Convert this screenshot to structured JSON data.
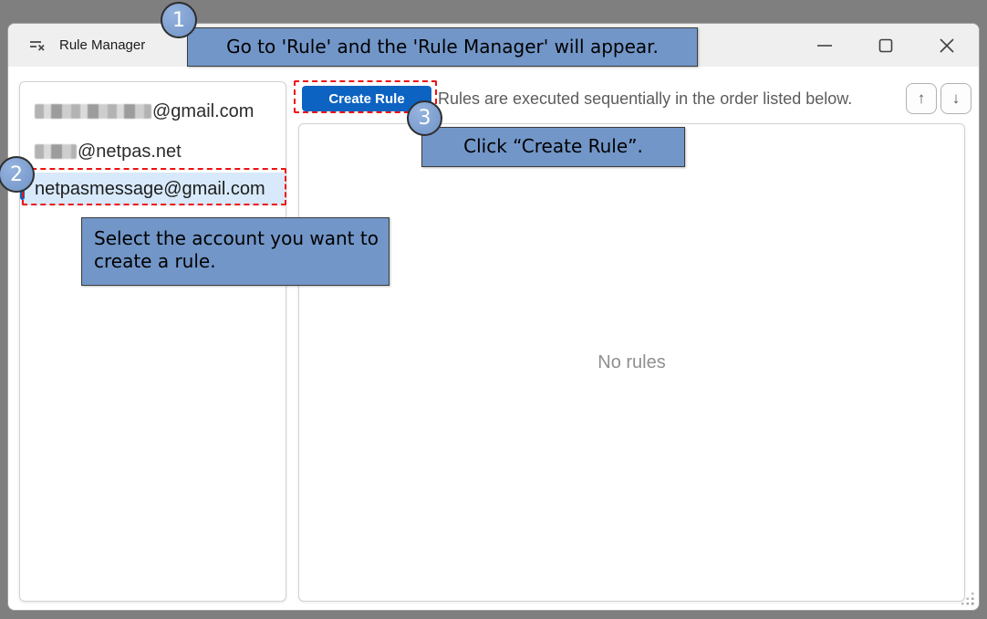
{
  "window": {
    "title": "Rule Manager",
    "icon": "rules-filter-icon",
    "controls": {
      "minimize": "minimize",
      "maximize": "maximize",
      "close": "close"
    }
  },
  "accounts": {
    "items": [
      {
        "label": "@gmail.com",
        "prefix_redacted": true,
        "selected": false
      },
      {
        "label": "@netpas.net",
        "prefix_redacted": true,
        "selected": false
      },
      {
        "label": "netpasmessage@gmail.com",
        "prefix_redacted": false,
        "selected": true
      }
    ]
  },
  "toolbar": {
    "create_rule_label": "Create Rule",
    "info_text": "Rules are executed sequentially in the order listed below.",
    "move_up_glyph": "↑",
    "move_down_glyph": "↓"
  },
  "rules_panel": {
    "empty_text": "No rules"
  },
  "annotations": {
    "steps": [
      {
        "number": "1",
        "text": "Go to 'Rule' and the 'Rule Manager' will appear."
      },
      {
        "number": "2",
        "text": "Select the account you want to create a rule."
      },
      {
        "number": "3",
        "text": "Click “Create Rule”."
      }
    ]
  },
  "colors": {
    "accent_blue": "#0d63c1",
    "selected_row_bg": "#d7e9fa",
    "callout_bg": "#7296c8",
    "highlight_red": "#ee1111",
    "frame_gray": "#7f7f7f",
    "titlebar_bg": "#efefef",
    "empty_text_gray": "#8f8f8f"
  }
}
